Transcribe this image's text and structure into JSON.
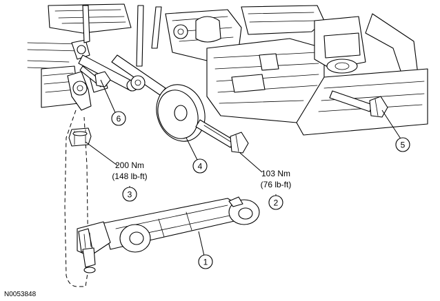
{
  "figure_id": "N0053848",
  "callouts": [
    {
      "number": "1"
    },
    {
      "number": "2"
    },
    {
      "number": "3"
    },
    {
      "number": "4"
    },
    {
      "number": "5"
    },
    {
      "number": "6"
    }
  ],
  "torque_specs": [
    {
      "metric": "200 Nm",
      "imperial": "(148 lb-ft)"
    },
    {
      "metric": "103 Nm",
      "imperial": "(76 lb-ft)"
    }
  ]
}
